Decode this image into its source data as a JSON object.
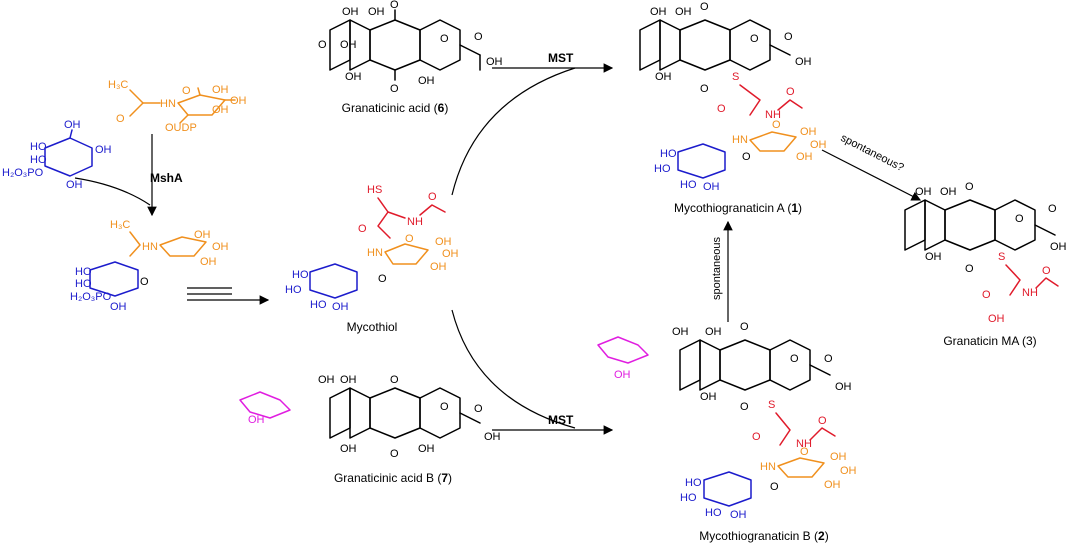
{
  "colors": {
    "black": "#000000",
    "orange": "#f0901e",
    "blue": "#1c1ccc",
    "red": "#e01b2b",
    "magenta": "#e01ee0"
  },
  "compounds": {
    "granaticinic_acid": {
      "name": "Granaticinic acid (",
      "num": "6",
      "close": ")"
    },
    "granaticinic_acid_b": {
      "name": "Granaticinic acid B (",
      "num": "7",
      "close": ")"
    },
    "mycothiol": {
      "name": "Mycothiol"
    },
    "mycothiogranaticin_a": {
      "name": "Mycothiogranaticin A (",
      "num": "1",
      "close": ")"
    },
    "mycothiogranaticin_b": {
      "name": "Mycothiogranaticin B (",
      "num": "2",
      "close": ")"
    },
    "granaticin_ma": {
      "name": "Granaticin MA (3)"
    }
  },
  "enzymes": {
    "msha": "MshA",
    "mst_top": "MST",
    "mst_bottom": "MST"
  },
  "arrow_labels": {
    "spontaneous_q": "spontaneous?",
    "spontaneous": "spontaneous"
  },
  "atoms": {
    "OH": "OH",
    "O": "O",
    "S": "S",
    "HN": "HN",
    "NH": "NH",
    "HS": "HS",
    "HO": "HO",
    "H3C": "H₃C",
    "OUDP": "OUDP",
    "H2O3PO": "H₂O₃PO",
    "HO_": "HO"
  }
}
